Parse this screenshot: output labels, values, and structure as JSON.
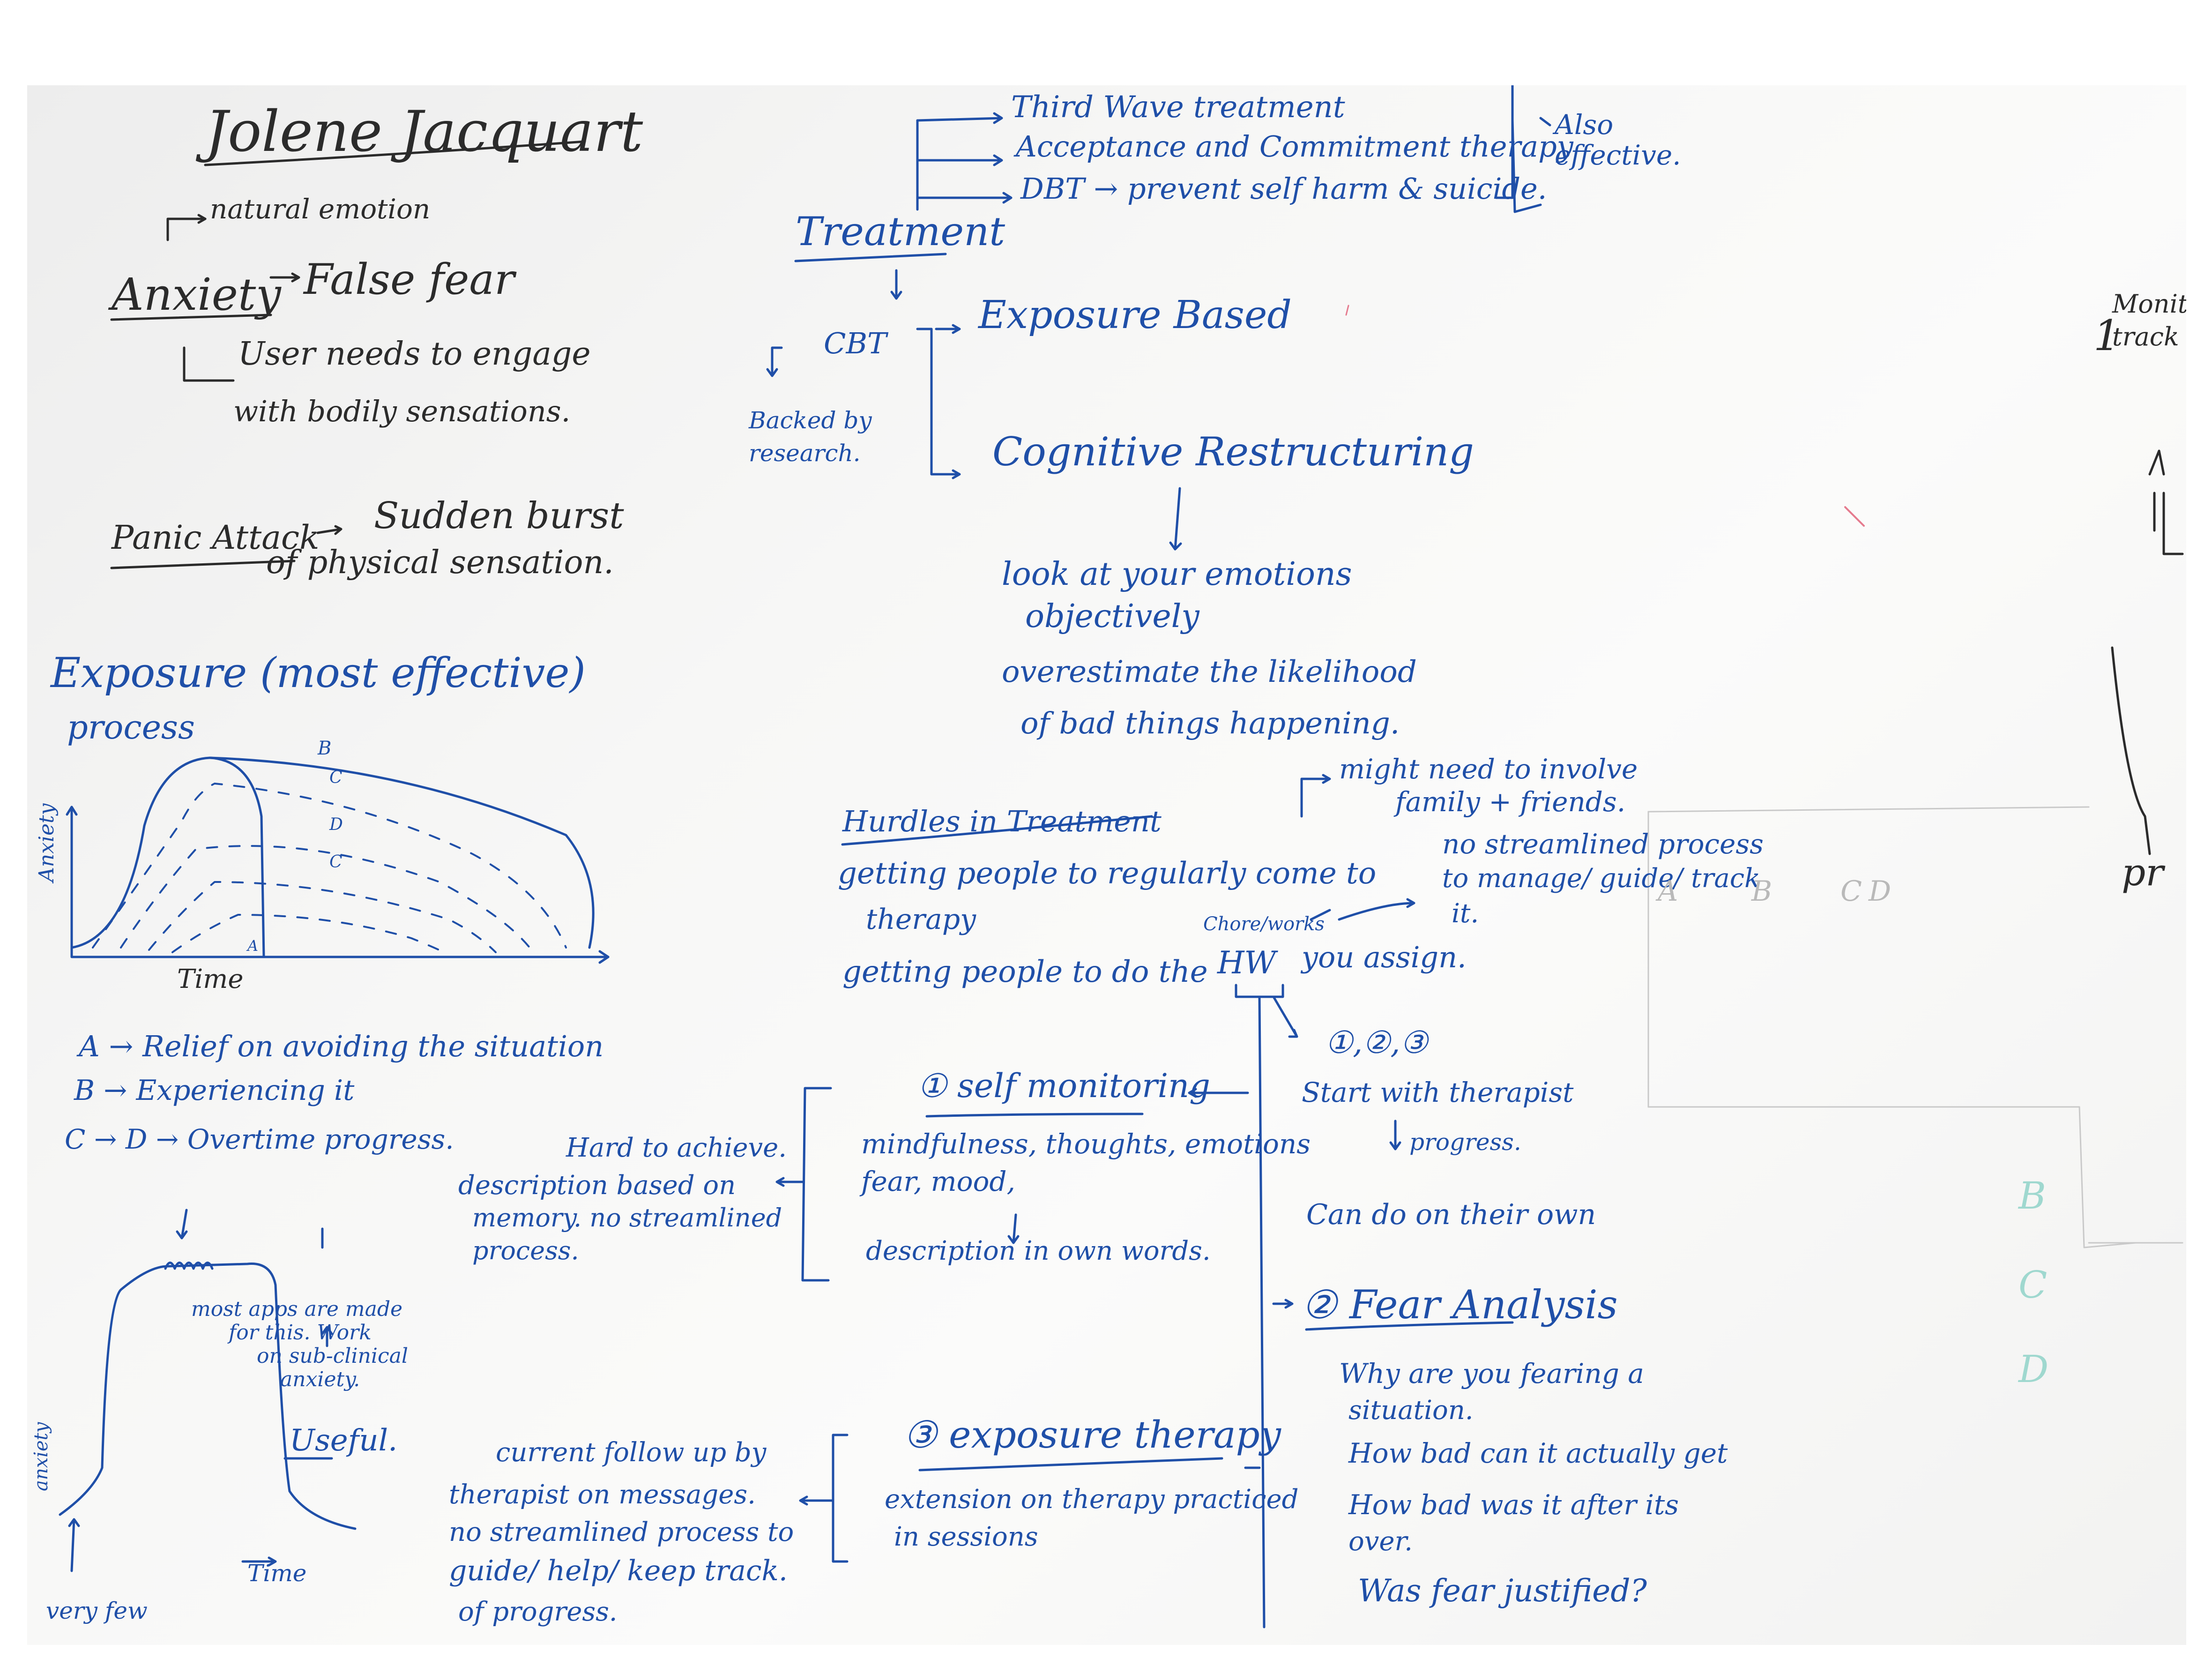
{
  "title": "Jolene Jacquart",
  "anxiety": {
    "natural": "natural emotion",
    "term": "Anxiety",
    "false_fear": "False fear",
    "user_needs": "User needs to engage",
    "bodily": "with bodily sensations."
  },
  "panic": {
    "term": "Panic Attack",
    "def1": "Sudden burst",
    "def2": "of physical sensation."
  },
  "exposure": {
    "heading": "Exposure (most effective)",
    "process": "process",
    "ylabel": "Anxiety",
    "xlabel": "Time",
    "points": {
      "a": "A",
      "b": "B",
      "c": "C",
      "d": "D",
      "c2": "C"
    },
    "legend": {
      "a": "A → Relief on avoiding the situation",
      "b": "B → Experiencing it",
      "cd": "C → D → Overtime progress."
    }
  },
  "treatment": {
    "label": "Treatment",
    "third_wave": "Third Wave treatment",
    "act": "Acceptance and Commitment therapy",
    "dbt": "DBT → prevent self harm & suicide.",
    "also1": "Also",
    "also2": "effective.",
    "cbt": "CBT",
    "backed1": "Backed by",
    "backed2": "research.",
    "exposure_based": "Exposure Based",
    "cognitive": "Cognitive Restructuring",
    "look1": "look at your emotions",
    "look2": "objectively",
    "over1": "overestimate the likelihood",
    "over2": "of bad things happening."
  },
  "hurdles": {
    "heading": "Hurdles in Treatment",
    "line1": "getting people to regularly come to",
    "line1b": "therapy",
    "line2": "getting people to do the",
    "hw": "HW",
    "chores": "Chore/works",
    "assign": "you assign.",
    "family1": "might need to involve",
    "family2": "family + friends.",
    "nostream1": "no streamlined process",
    "nostream2": "to manage/ guide/ track",
    "nostream3": "it."
  },
  "steps": {
    "one_two_three": "①,②,③",
    "start": "Start with therapist",
    "progress": "progress.",
    "own": "Can do on their own",
    "self_mon": "① self monitoring",
    "mind1": "mindfulness, thoughts, emotions",
    "mind2": "fear, mood,",
    "desc_own": "description in own words.",
    "hard": "Hard to achieve.",
    "mem1": "description based on",
    "mem2": "memory. no streamlined",
    "mem3": "process.",
    "fear_analysis": "② Fear Analysis",
    "why1": "Why are you fearing a",
    "why2": "situation.",
    "how_bad1": "How bad can it actually get",
    "how_bad2": "How bad was it after its",
    "how_bad3": "over.",
    "justified": "Was fear justified?",
    "exposure_therapy": "③ exposure therapy",
    "ext1": "extension on therapy practiced",
    "ext2": "in sessions",
    "follow1": "current follow up by",
    "follow2": "therapist on messages.",
    "follow3": "no streamlined process to",
    "follow4": "guide/ help/ keep track.",
    "follow5": "of progress."
  },
  "bottom_graph": {
    "apps1": "most apps are made",
    "apps2": "for this. Work",
    "apps3": "on sub-clinical",
    "apps4": "anxiety.",
    "useful": "Useful.",
    "ylabel": "anxiety",
    "xlabel": "Time",
    "very_few": "very few"
  },
  "right_edge": {
    "num": "1",
    "monit": "Monit",
    "track": "track",
    "pr": "pr",
    "cols": [
      "A",
      "B",
      "C",
      "D"
    ],
    "letters": [
      "B",
      "C",
      "D"
    ]
  }
}
